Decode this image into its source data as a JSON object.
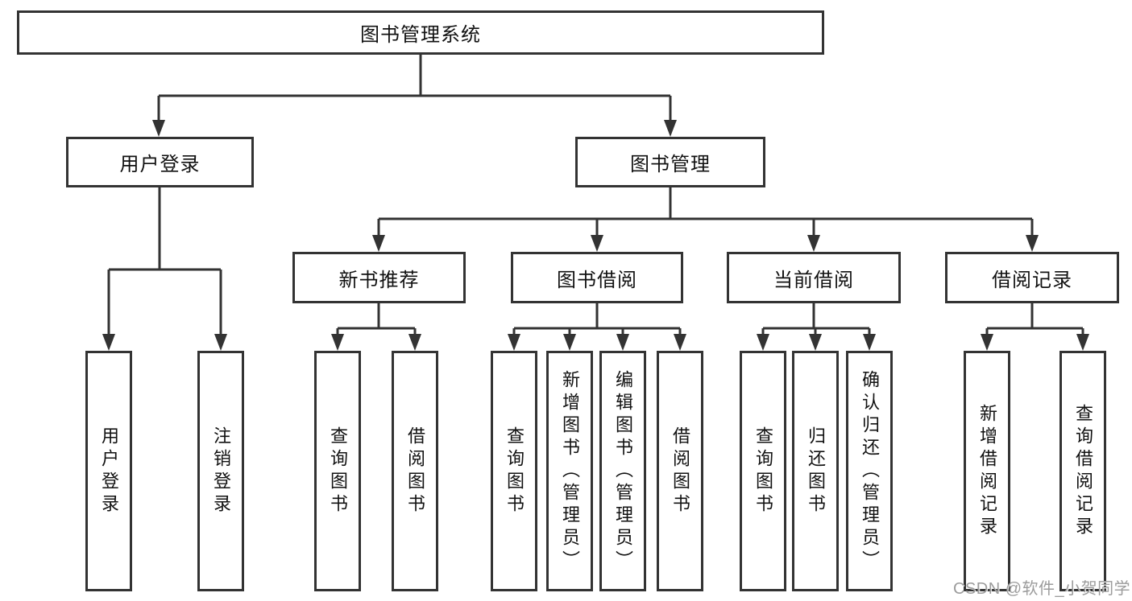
{
  "tree": {
    "root_label": "图书管理系统",
    "login": {
      "label": "用户登录",
      "children": [
        "用户登录",
        "注销登录"
      ]
    },
    "management": {
      "label": "图书管理",
      "sections": [
        {
          "label": "新书推荐",
          "children": [
            "查询图书",
            "借阅图书"
          ]
        },
        {
          "label": "图书借阅",
          "children": [
            "查询图书",
            "新增图书（管理员）",
            "编辑图书（管理员）",
            "借阅图书"
          ]
        },
        {
          "label": "当前借阅",
          "children": [
            "查询图书",
            "归还图书",
            "确认归还（管理员）"
          ]
        },
        {
          "label": "借阅记录",
          "children": [
            "新增借阅记录",
            "查询借阅记录"
          ]
        }
      ]
    }
  },
  "watermark": {
    "text": "CSDN @软件_小贺同学"
  },
  "colors": {
    "line": "#333333",
    "text": "#111111",
    "watermark": "#9c9c9c",
    "background": "#ffffff"
  }
}
